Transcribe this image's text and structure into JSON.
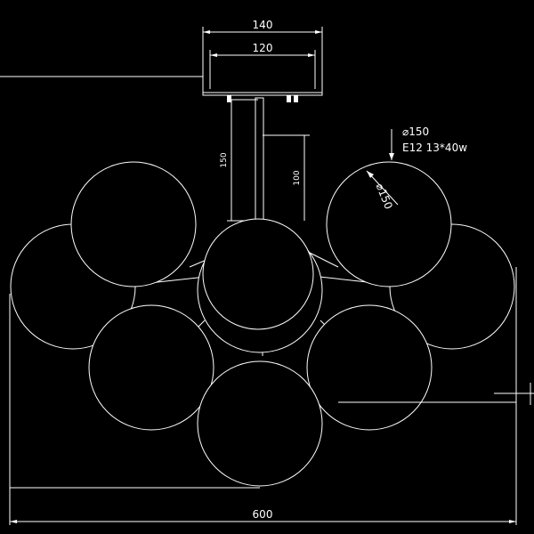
{
  "drawing": {
    "dims": {
      "canopy_outer": "140",
      "canopy_inner": "120",
      "stem_height": "150",
      "rod_height": "100",
      "overall_width": "600",
      "globe_diameter": "⌀150"
    },
    "callout": {
      "line1": "⌀150",
      "line2": "E12 13*40w"
    }
  }
}
